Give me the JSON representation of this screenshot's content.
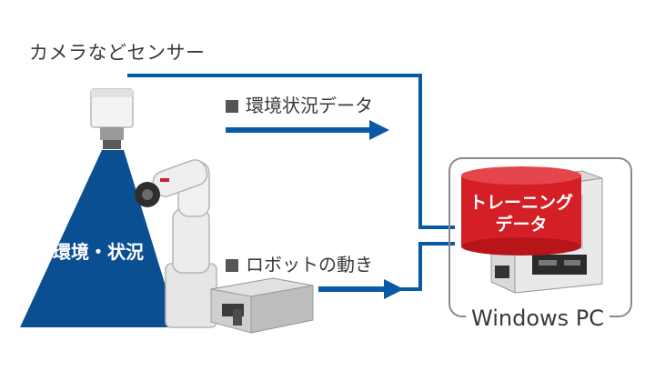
{
  "labels": {
    "sensor": "カメラなどセンサー",
    "environment_flow": "環境状況データ",
    "robot_flow": "ロボットの動き",
    "environment": "環境・状況",
    "training_line1": "トレーニング",
    "training_line2": "データ",
    "pc": "Windows PC"
  },
  "colors": {
    "flow_blue": "#0a59a6",
    "cone_blue": "#0b4f93",
    "cylinder_red": "#d41f26",
    "text_gray": "#3a3a3a"
  },
  "icons": {
    "sensor": "camera-sensor-icon",
    "robot": "robot-arm-icon",
    "controller": "robot-controller-icon",
    "pc": "windows-pc-icon",
    "database": "database-cylinder-icon"
  }
}
